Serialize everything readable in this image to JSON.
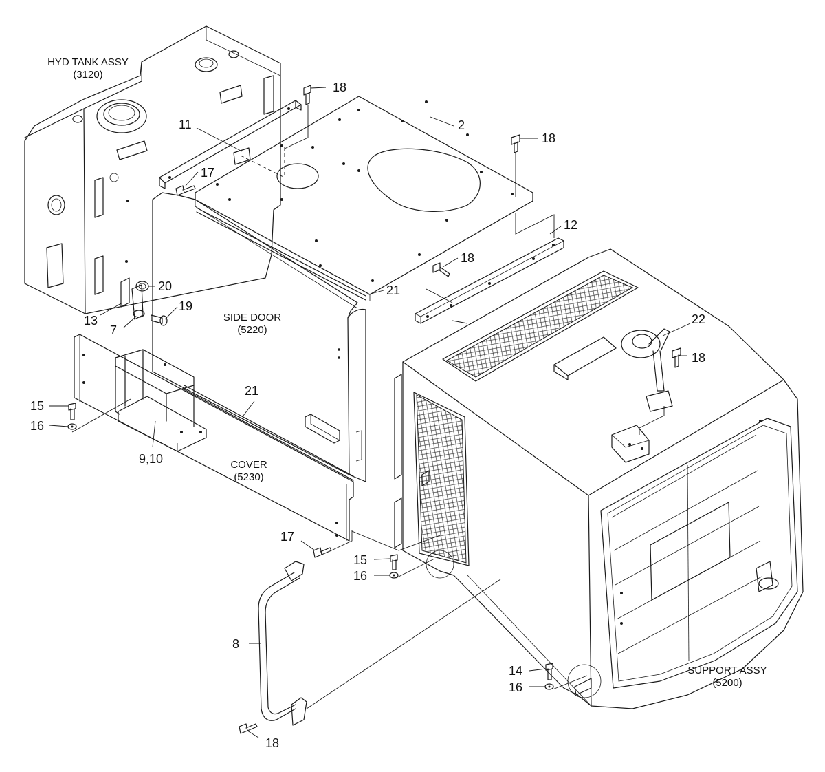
{
  "assemblies": {
    "hyd_tank": {
      "name": "HYD TANK ASSY",
      "code": "(3120)"
    },
    "side_door": {
      "name": "SIDE DOOR",
      "code": "(5220)"
    },
    "cover": {
      "name": "COVER",
      "code": "(5230)"
    },
    "support": {
      "name": "SUPPORT ASSY",
      "code": "(5200)"
    }
  },
  "callouts": {
    "c2": "2",
    "c7": "7",
    "c8": "8",
    "c9_10": "9,10",
    "c11": "11",
    "c12": "12",
    "c13": "13",
    "c14": "14",
    "c15a": "15",
    "c15b": "15",
    "c16a": "16",
    "c16b": "16",
    "c16c": "16",
    "c17a": "17",
    "c17b": "17",
    "c18a": "18",
    "c18b": "18",
    "c18c": "18",
    "c18d": "18",
    "c18e": "18",
    "c19": "19",
    "c20": "20",
    "c21a": "21",
    "c21b": "21",
    "c22": "22"
  }
}
